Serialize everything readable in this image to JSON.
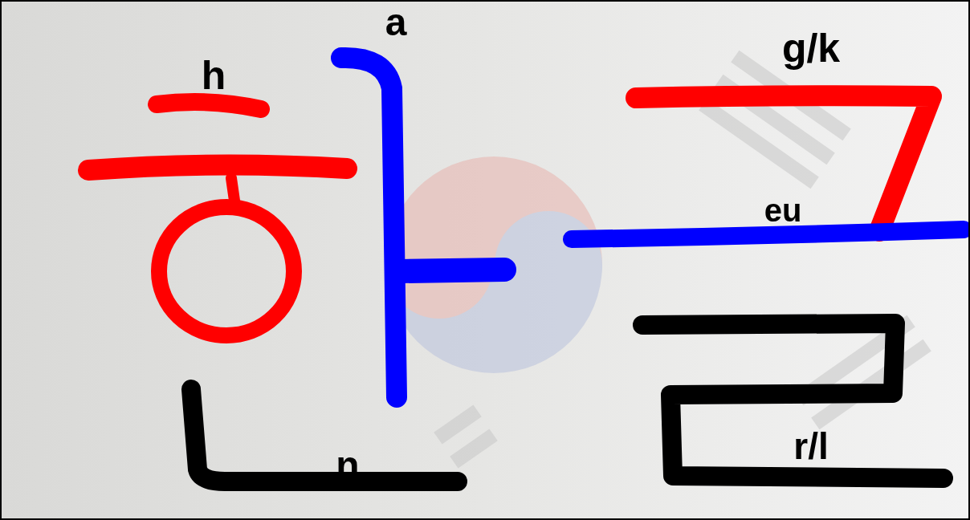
{
  "diagram": {
    "labels": [
      "a",
      "h",
      "g/k",
      "eu",
      "n",
      "r/l"
    ]
  }
}
